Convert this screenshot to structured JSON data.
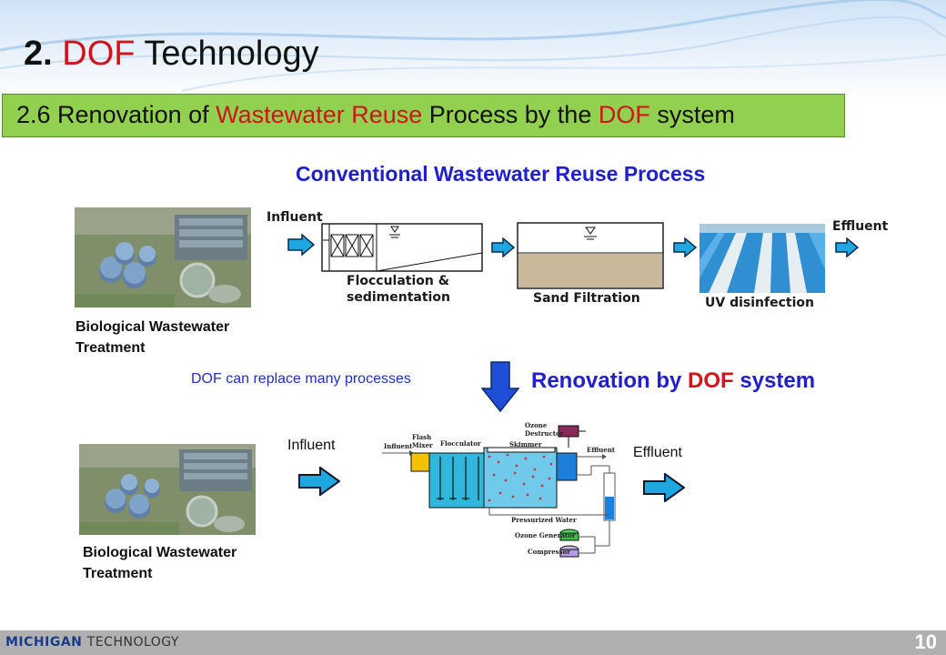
{
  "header": {
    "title_num": "2.",
    "title_accent": "DOF",
    "title_rest": " Technology",
    "subtitle_a": "2.6  Renovation of ",
    "subtitle_b": "Wastewater Reuse",
    "subtitle_c": " Process by the ",
    "subtitle_d": "DOF",
    "subtitle_e": " system"
  },
  "conventional": {
    "heading": "Conventional Wastewater Reuse Process",
    "influent": "Influent",
    "effluent": "Effluent",
    "flocculation_line1": "Flocculation &",
    "flocculation_line2": "sedimentation",
    "sand_filtration": "Sand Filtration",
    "uv": "UV disinfection",
    "bio_line1": "Biological Wastewater",
    "bio_line2": "Treatment"
  },
  "middle": {
    "note": "DOF can replace many processes",
    "renovation_a": "Renovation by ",
    "renovation_b": "DOF",
    "renovation_c": " system"
  },
  "dof": {
    "influent": "Influent",
    "effluent": "Effluent",
    "bio_line1": "Biological Wastewater",
    "bio_line2": "Treatment",
    "diagram": {
      "influent": "Influent",
      "flash_mixer_1": "Flash",
      "flash_mixer_2": "Mixer",
      "flocculator": "Flocculator",
      "ozone_destructor_1": "Ozone",
      "ozone_destructor_2": "Destructor",
      "skimmer": "Skimmer",
      "effluent": "Effluent",
      "pressurized_water": "Pressurized Water",
      "ozone_generator": "Ozone Generator",
      "compressor": "Compressor"
    }
  },
  "footer": {
    "logo_main": "MICHIGAN",
    "logo_sub": "TECHNOLOGY",
    "page": "10"
  },
  "colors": {
    "accent_red": "#d0141c",
    "heading_blue": "#1f1fd0",
    "subtitle_green": "#92d050",
    "arrow_cyan": "#1ea7e1",
    "down_arrow_blue": "#1f4fd8"
  },
  "icons": [
    "flow-arrow-icon",
    "down-arrow-icon"
  ]
}
